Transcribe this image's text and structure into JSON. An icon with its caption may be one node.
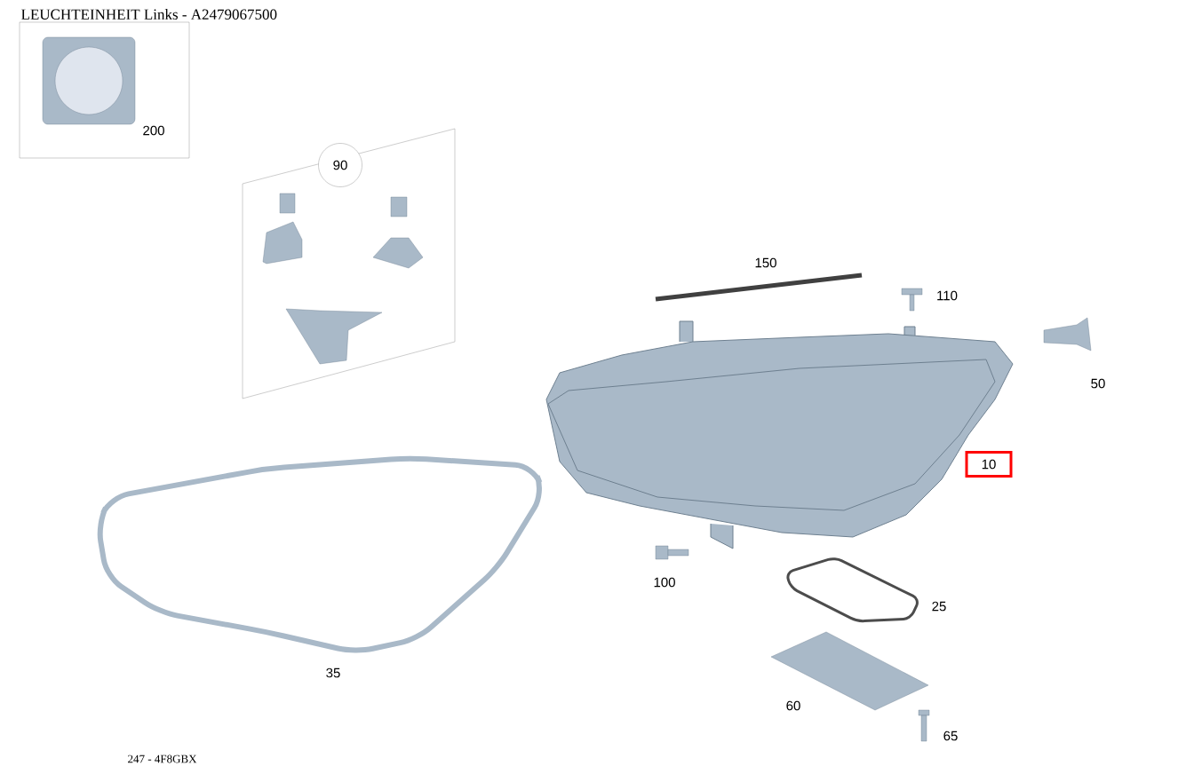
{
  "diagram": {
    "title": "LEUCHTEINHEIT Links - A2479067500",
    "nodes": [
      {
        "text": [
          "200"
        ]
      },
      {
        "text": [
          "90"
        ]
      },
      {
        "text": [
          "10"
        ]
      }
    ],
    "labels": [
      "150",
      "110",
      "50",
      "100",
      "25",
      "35",
      "60",
      "65",
      "247 - 4F8GBX"
    ]
  }
}
